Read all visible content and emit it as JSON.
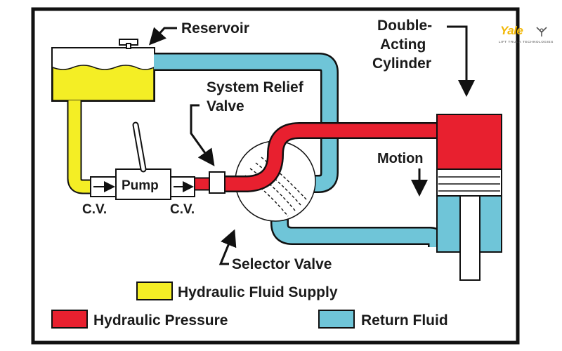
{
  "labels": {
    "reservoir": "Reservoir",
    "double_acting_line1": "Double-",
    "double_acting_line2": "Acting",
    "double_acting_line3": "Cylinder",
    "system_relief_line1": "System Relief",
    "system_relief_line2": "Valve",
    "motion": "Motion",
    "pump": "Pump",
    "cv_left": "C.V.",
    "cv_right": "C.V.",
    "selector_valve": "Selector Valve"
  },
  "legend": [
    {
      "label": "Hydraulic Fluid Supply",
      "color": "#f4ee25"
    },
    {
      "label": "Hydraulic Pressure",
      "color": "#e8202f"
    },
    {
      "label": "Return Fluid",
      "color": "#6fc5d8"
    }
  ],
  "logo": {
    "name": "Yale",
    "tagline": "LIFT TRUCK TECHNOLOGIES",
    "icon": "yale-logo-mark-icon"
  },
  "colors": {
    "supply": "#f4ee25",
    "pressure": "#e8202f",
    "return": "#6fc5d8",
    "outline": "#111111"
  }
}
